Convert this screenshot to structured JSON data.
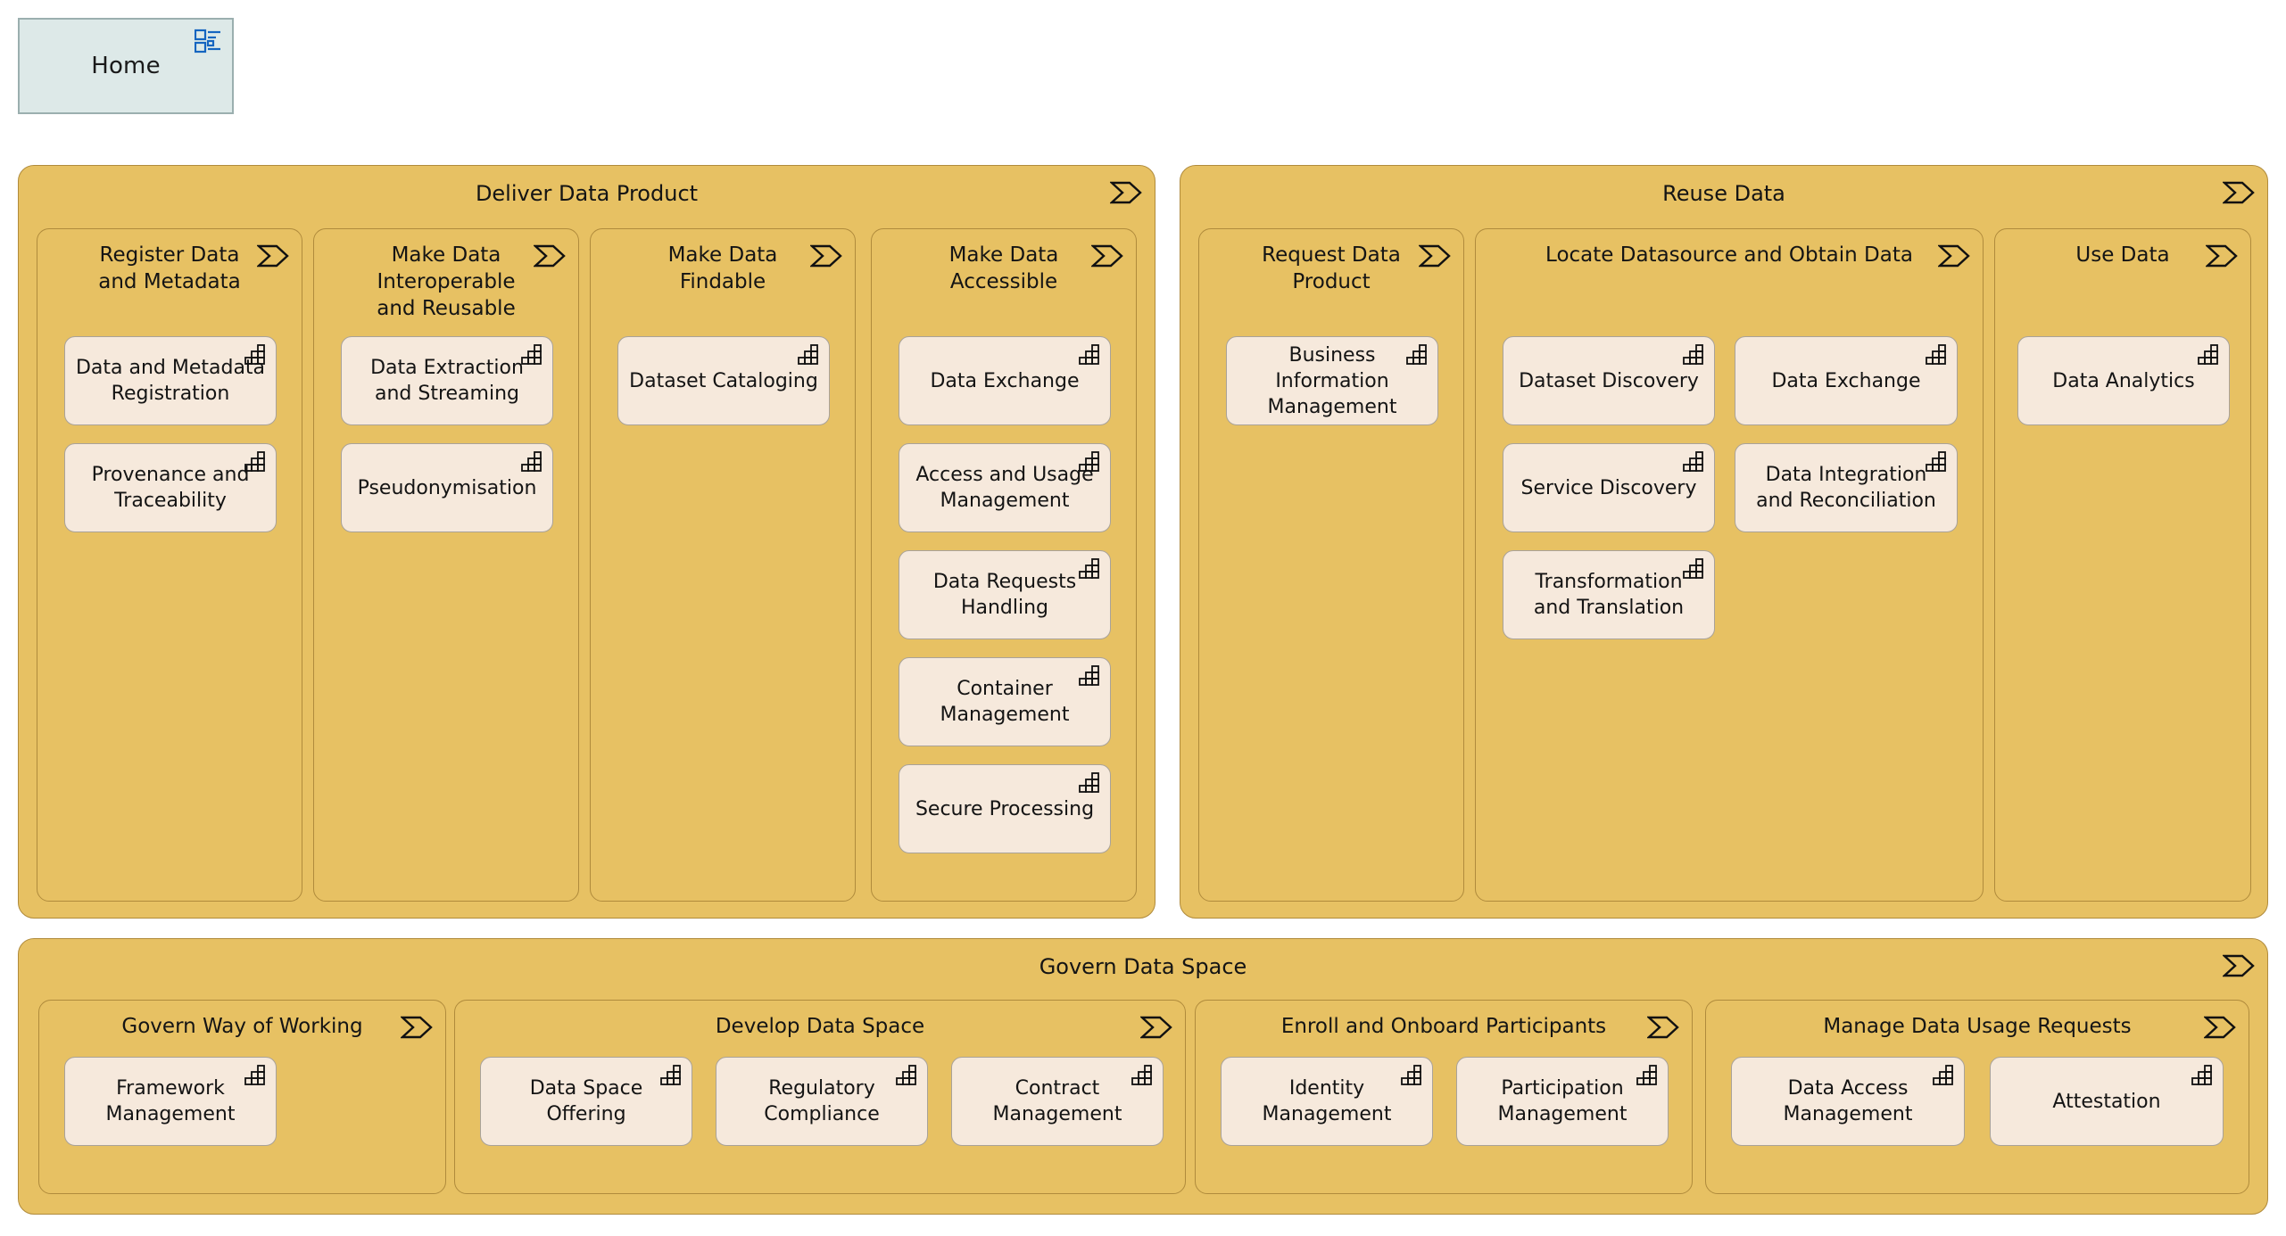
{
  "home": {
    "label": "Home",
    "icon": "view-diagram-icon"
  },
  "colors": {
    "group_fill": "#E7C163",
    "group_border": "#B08B3C",
    "capability_fill": "#F6E9DC",
    "capability_border": "#A9A299",
    "home_fill": "#DDE9E8",
    "home_border": "#9BAFAF",
    "home_icon": "#1565C0",
    "text": "#141414"
  },
  "sections": [
    {
      "id": "deliver-data-product",
      "title": "Deliver Data Product",
      "icon": "value-stream-icon",
      "groups": [
        {
          "id": "register-data-and-metadata",
          "title": "Register Data\nand Metadata",
          "icon": "value-stream-icon",
          "capabilities": [
            {
              "label": "Data and Metadata\nRegistration",
              "icon": "capability-icon"
            },
            {
              "label": "Provenance and\nTraceability",
              "icon": "capability-icon"
            }
          ]
        },
        {
          "id": "make-data-interoperable-and-reusable",
          "title": "Make Data\nInteroperable\nand Reusable",
          "icon": "value-stream-icon",
          "capabilities": [
            {
              "label": "Data Extraction\nand Streaming",
              "icon": "capability-icon"
            },
            {
              "label": "Pseudonymisation",
              "icon": "capability-icon"
            }
          ]
        },
        {
          "id": "make-data-findable",
          "title": "Make Data\nFindable",
          "icon": "value-stream-icon",
          "capabilities": [
            {
              "label": "Dataset Cataloging",
              "icon": "capability-icon"
            }
          ]
        },
        {
          "id": "make-data-accessible",
          "title": "Make Data\nAccessible",
          "icon": "value-stream-icon",
          "capabilities": [
            {
              "label": "Data Exchange",
              "icon": "capability-icon"
            },
            {
              "label": "Access and Usage\nManagement",
              "icon": "capability-icon"
            },
            {
              "label": "Data Requests\nHandling",
              "icon": "capability-icon"
            },
            {
              "label": "Container\nManagement",
              "icon": "capability-icon"
            },
            {
              "label": "Secure Processing",
              "icon": "capability-icon"
            }
          ]
        }
      ]
    },
    {
      "id": "reuse-data",
      "title": "Reuse Data",
      "icon": "value-stream-icon",
      "groups": [
        {
          "id": "request-data-product",
          "title": "Request Data\nProduct",
          "icon": "value-stream-icon",
          "capabilities": [
            {
              "label": "Business\nInformation\nManagement",
              "icon": "capability-icon"
            }
          ]
        },
        {
          "id": "locate-datasource-and-obtain-data",
          "title": "Locate Datasource and Obtain Data",
          "icon": "value-stream-icon",
          "capabilities": [
            {
              "label": "Dataset Discovery",
              "icon": "capability-icon"
            },
            {
              "label": "Data Exchange",
              "icon": "capability-icon"
            },
            {
              "label": "Service Discovery",
              "icon": "capability-icon"
            },
            {
              "label": "Data Integration\nand Reconciliation",
              "icon": "capability-icon"
            },
            {
              "label": "Transformation\nand Translation",
              "icon": "capability-icon"
            }
          ]
        },
        {
          "id": "use-data",
          "title": "Use Data",
          "icon": "value-stream-icon",
          "capabilities": [
            {
              "label": "Data Analytics",
              "icon": "capability-icon"
            }
          ]
        }
      ]
    },
    {
      "id": "govern-data-space",
      "title": "Govern Data Space",
      "icon": "value-stream-icon",
      "groups": [
        {
          "id": "govern-way-of-working",
          "title": "Govern Way of Working",
          "icon": "value-stream-icon",
          "capabilities": [
            {
              "label": "Framework\nManagement",
              "icon": "capability-icon"
            }
          ]
        },
        {
          "id": "develop-data-space",
          "title": "Develop Data Space",
          "icon": "value-stream-icon",
          "capabilities": [
            {
              "label": "Data Space\nOffering",
              "icon": "capability-icon"
            },
            {
              "label": "Regulatory\nCompliance",
              "icon": "capability-icon"
            },
            {
              "label": "Contract\nManagement",
              "icon": "capability-icon"
            }
          ]
        },
        {
          "id": "enroll-and-onboard-participants",
          "title": "Enroll and Onboard Participants",
          "icon": "value-stream-icon",
          "capabilities": [
            {
              "label": "Identity\nManagement",
              "icon": "capability-icon"
            },
            {
              "label": "Participation\nManagement",
              "icon": "capability-icon"
            }
          ]
        },
        {
          "id": "manage-data-usage-requests",
          "title": "Manage Data Usage Requests",
          "icon": "value-stream-icon",
          "capabilities": [
            {
              "label": "Data Access\nManagement",
              "icon": "capability-icon"
            },
            {
              "label": "Attestation",
              "icon": "capability-icon"
            }
          ]
        }
      ]
    }
  ]
}
